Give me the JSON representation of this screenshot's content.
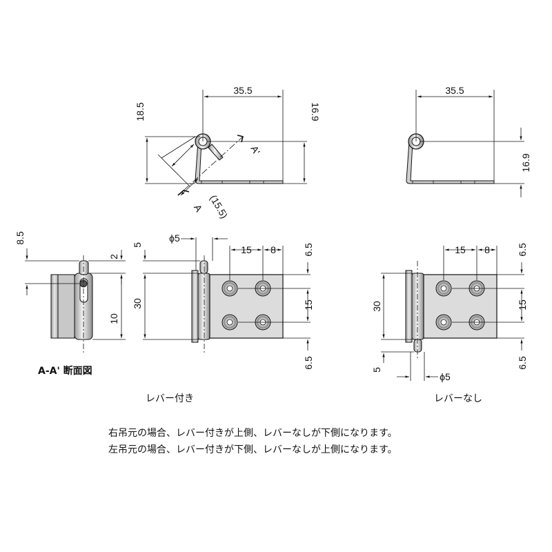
{
  "dimensions": {
    "top_left_width": "35.5",
    "top_left_height_left": "18.5",
    "top_left_height_right": "16.9",
    "top_left_angle": "(15.5)",
    "section_a": "A",
    "section_a_prime": "A'",
    "top_right_width": "35.5",
    "top_right_height": "16.9",
    "section_8_5": "8.5",
    "section_2": "2",
    "section_10": "10",
    "front_left_5": "5",
    "front_left_30": "30",
    "front_left_phi5": "ϕ5",
    "front_left_15": "15",
    "front_left_8": "8",
    "front_left_6_5_top": "6.5",
    "front_left_15_v": "15",
    "front_left_6_5_bottom": "6.5",
    "front_right_15": "15",
    "front_right_8": "8",
    "front_right_6_5_top": "6.5",
    "front_right_30": "30",
    "front_right_15_v": "15",
    "front_right_6_5_bottom": "6.5",
    "front_right_5": "5",
    "front_right_phi5": "ϕ5"
  },
  "labels": {
    "section_view": "A-A' 断面図",
    "with_lever": "レバー付き",
    "without_lever": "レバーなし"
  },
  "notes": {
    "line1": "右吊元の場合、レバー付きが上側、レバーなしが下側になります。",
    "line2": "左吊元の場合、レバー付きが下側、レバーなしが上側になります。"
  }
}
